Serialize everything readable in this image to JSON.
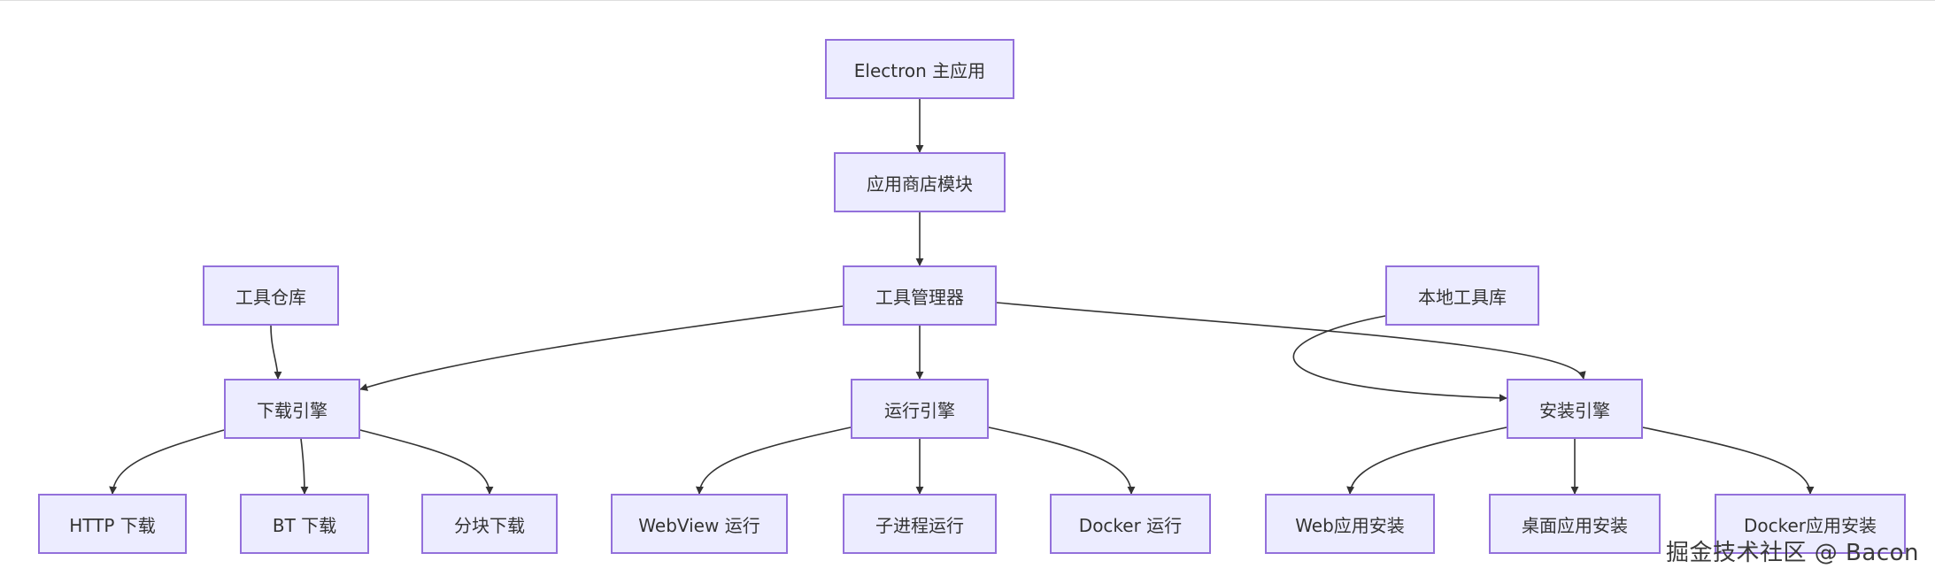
{
  "diagram": {
    "nodes": [
      {
        "id": "electron",
        "label": "Electron 主应用"
      },
      {
        "id": "store",
        "label": "应用商店模块"
      },
      {
        "id": "manager",
        "label": "工具管理器"
      },
      {
        "id": "repo",
        "label": "工具仓库"
      },
      {
        "id": "local",
        "label": "本地工具库"
      },
      {
        "id": "download",
        "label": "下载引擎"
      },
      {
        "id": "run",
        "label": "运行引擎"
      },
      {
        "id": "install",
        "label": "安装引擎"
      },
      {
        "id": "http",
        "label": "HTTP 下载"
      },
      {
        "id": "bt",
        "label": "BT 下载"
      },
      {
        "id": "chunk",
        "label": "分块下载"
      },
      {
        "id": "webview",
        "label": "WebView 运行"
      },
      {
        "id": "subproc",
        "label": "子进程运行"
      },
      {
        "id": "docker_run",
        "label": "Docker 运行"
      },
      {
        "id": "web_install",
        "label": "Web应用安装"
      },
      {
        "id": "desktop_install",
        "label": "桌面应用安装"
      },
      {
        "id": "docker_install",
        "label": "Docker应用安装"
      }
    ],
    "edges": [
      {
        "from": "electron",
        "to": "store"
      },
      {
        "from": "store",
        "to": "manager"
      },
      {
        "from": "manager",
        "to": "download"
      },
      {
        "from": "manager",
        "to": "run"
      },
      {
        "from": "manager",
        "to": "install"
      },
      {
        "from": "repo",
        "to": "download"
      },
      {
        "from": "local",
        "to": "install"
      },
      {
        "from": "download",
        "to": "http"
      },
      {
        "from": "download",
        "to": "bt"
      },
      {
        "from": "download",
        "to": "chunk"
      },
      {
        "from": "run",
        "to": "webview"
      },
      {
        "from": "run",
        "to": "subproc"
      },
      {
        "from": "run",
        "to": "docker_run"
      },
      {
        "from": "install",
        "to": "web_install"
      },
      {
        "from": "install",
        "to": "desktop_install"
      },
      {
        "from": "install",
        "to": "docker_install"
      }
    ]
  },
  "watermark": "掘金技术社区 @ Bacon",
  "colors": {
    "node_fill": "#ECECFF",
    "node_border": "#9370DB",
    "edge": "#333333",
    "text": "#333333"
  }
}
